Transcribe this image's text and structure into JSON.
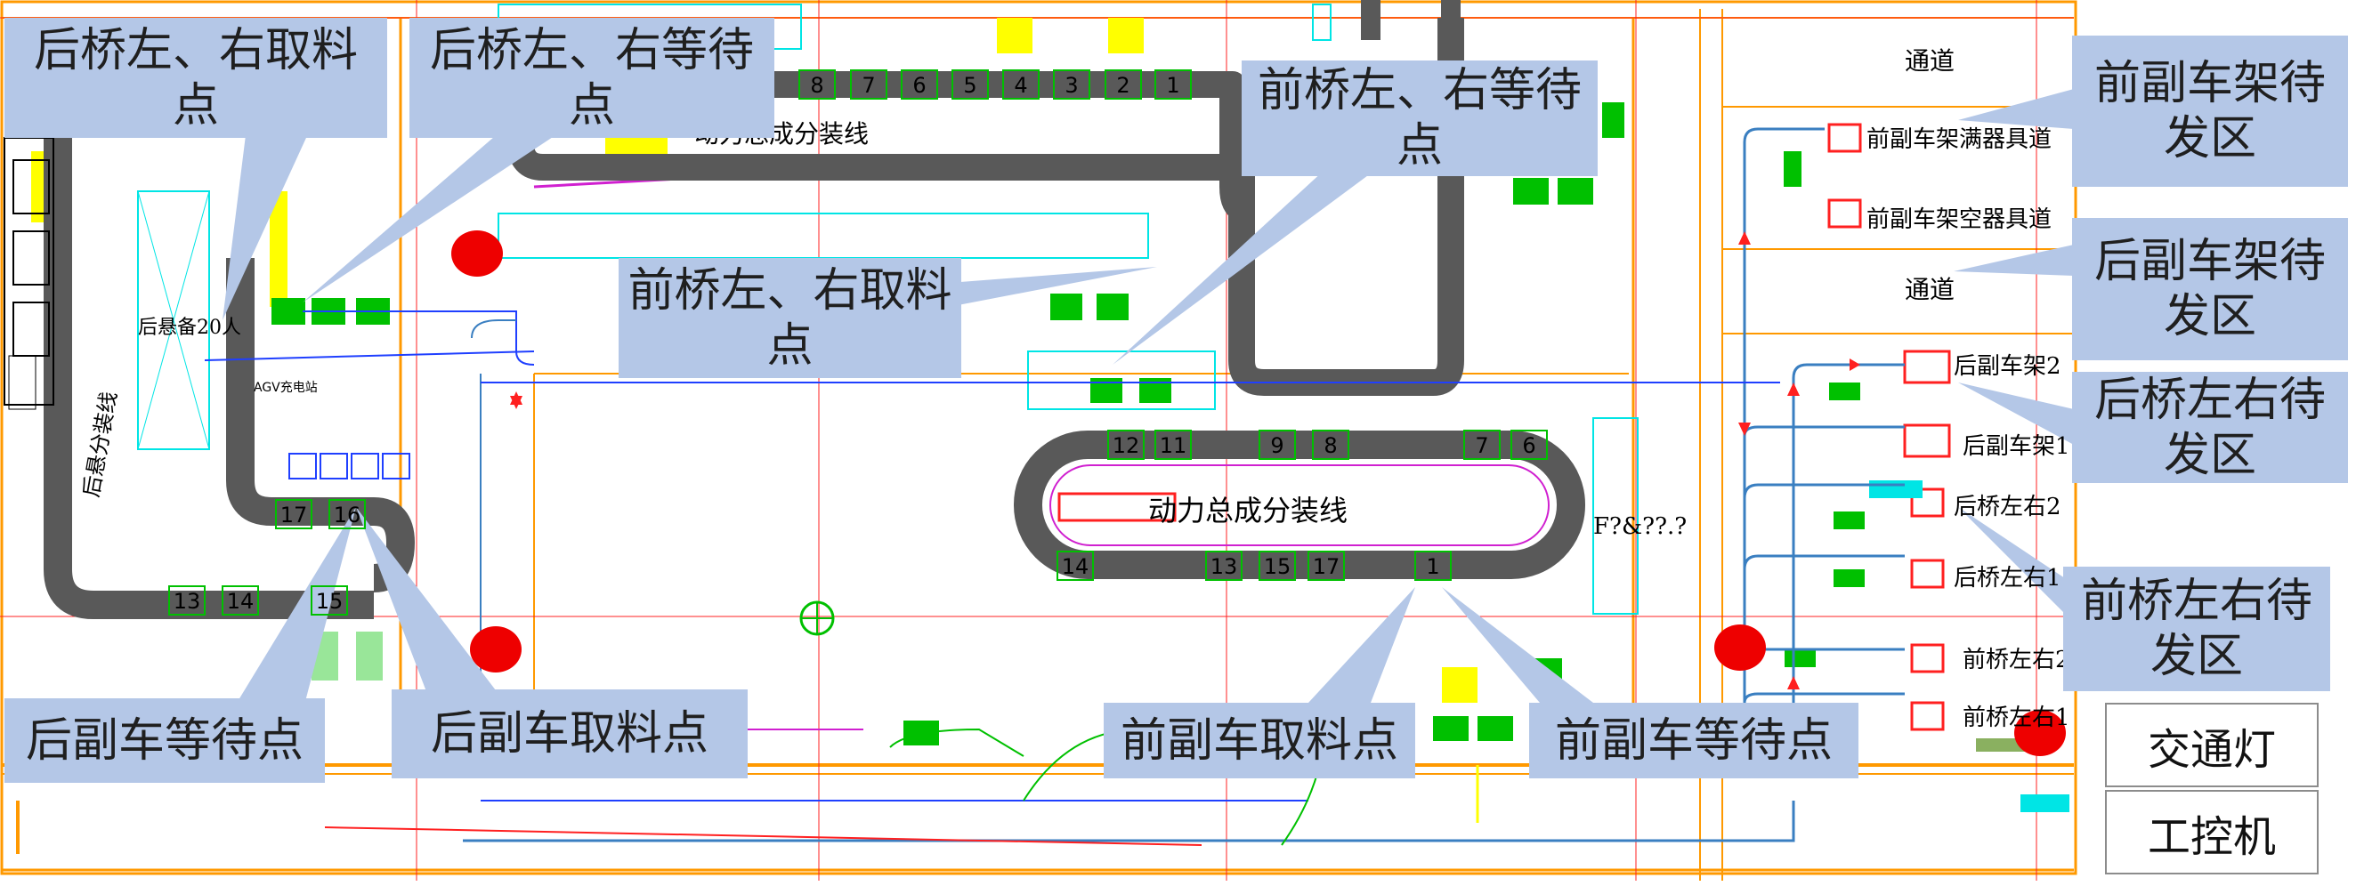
{
  "callouts": {
    "rear_axle_pickup": "后桥左、右取料点",
    "rear_axle_wait": "后桥左、右等待点",
    "front_axle_wait": "前桥左、右等待点",
    "front_axle_pickup": "前桥左、右取料点",
    "front_subframe_dispatch": "前副车架待发区",
    "rear_subframe_dispatch": "后副车架待发区",
    "rear_axle_dispatch": "后桥左右待发区",
    "front_axle_dispatch": "前桥左右待发区",
    "rear_sub_wait": "后副车等待点",
    "rear_sub_pickup": "后副车取料点",
    "front_sub_pickup": "前副车取料点",
    "front_sub_wait": "前副车等待点"
  },
  "legend": {
    "traffic_light": "交通灯",
    "ipc": "工控机"
  },
  "drawing": {
    "channel_top": "通道",
    "channel_mid": "通道",
    "front_full_tooling": "前副车架满器具道",
    "front_empty_tooling": "前副车架空器具道",
    "rear_sub_2": "后副车架2",
    "rear_sub_1": "后副车架1",
    "rear_axle_lr2": "后桥左右2",
    "rear_axle_lr1": "后桥左右1",
    "front_axle_lr2": "前桥左右2",
    "front_axle_lr1": "前桥左右1",
    "rear_sub_line": "后悬分装线",
    "power_line": "动力总成分装线",
    "top_line": "动力总成分装线",
    "rear_sus_20": "后悬备20人",
    "agv_charge": "AGV充电站",
    "other_label": "F?&??.?"
  },
  "top_conveyor_numbers": [
    "8",
    "7",
    "6",
    "5",
    "4",
    "3",
    "2",
    "1"
  ],
  "mid_conveyor_top_numbers": [
    "12",
    "11",
    "9",
    "8",
    "7",
    "6"
  ],
  "mid_conveyor_bottom_numbers": [
    "14",
    "13",
    "15",
    "17",
    "1"
  ],
  "left_conveyor_numbers": [
    "17",
    "16",
    "13",
    "14",
    "15"
  ],
  "colors": {
    "callout_bg": "#b4c7e7",
    "conveyor": "#595959",
    "station": "#00c000",
    "traffic_light": "#ee0000",
    "cad_orange": "#ff9900",
    "cad_cyan": "#00e5e5",
    "cad_yellow": "#ffff00",
    "cad_blue": "#1f3fff",
    "cad_red": "#ff2020",
    "cad_magenta": "#d020d0"
  }
}
